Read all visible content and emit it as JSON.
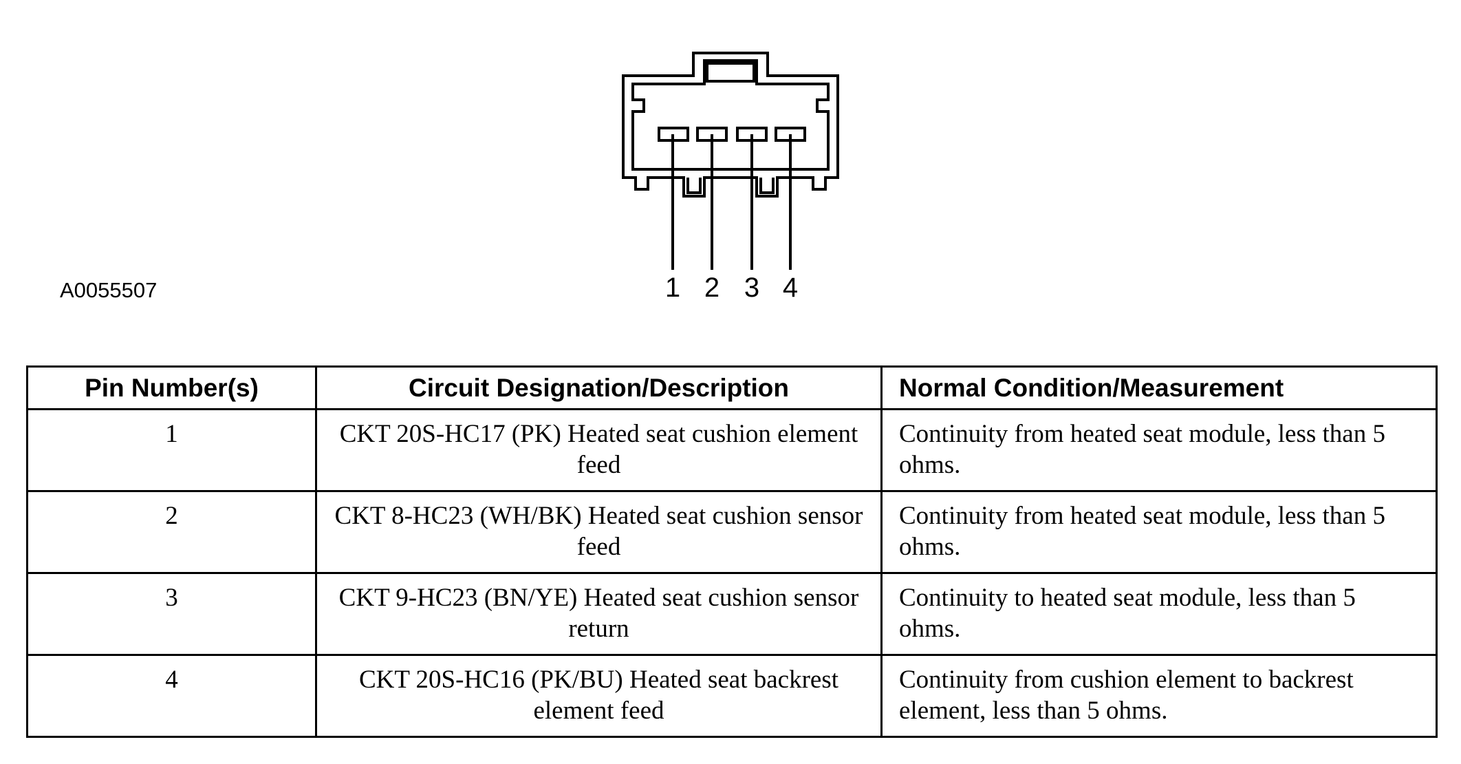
{
  "figure": {
    "id": "A0055507",
    "pin_labels": [
      "1",
      "2",
      "3",
      "4"
    ]
  },
  "table": {
    "headers": {
      "pin": "Pin Number(s)",
      "circuit": "Circuit Designation/Description",
      "condition": "Normal Condition/Measurement"
    },
    "rows": [
      {
        "pin": "1",
        "circuit": "CKT 20S-HC17 (PK) Heated seat cushion element feed",
        "condition": "Continuity from heated seat module, less than 5 ohms."
      },
      {
        "pin": "2",
        "circuit": "CKT 8-HC23 (WH/BK) Heated seat cushion sensor feed",
        "condition": "Continuity from heated seat module, less than 5 ohms."
      },
      {
        "pin": "3",
        "circuit": "CKT 9-HC23 (BN/YE) Heated seat cushion sensor return",
        "condition": "Continuity to heated seat module, less than 5 ohms."
      },
      {
        "pin": "4",
        "circuit": "CKT 20S-HC16 (PK/BU) Heated seat backrest element feed",
        "condition": "Continuity from cushion element to backrest element, less than 5 ohms."
      }
    ]
  }
}
